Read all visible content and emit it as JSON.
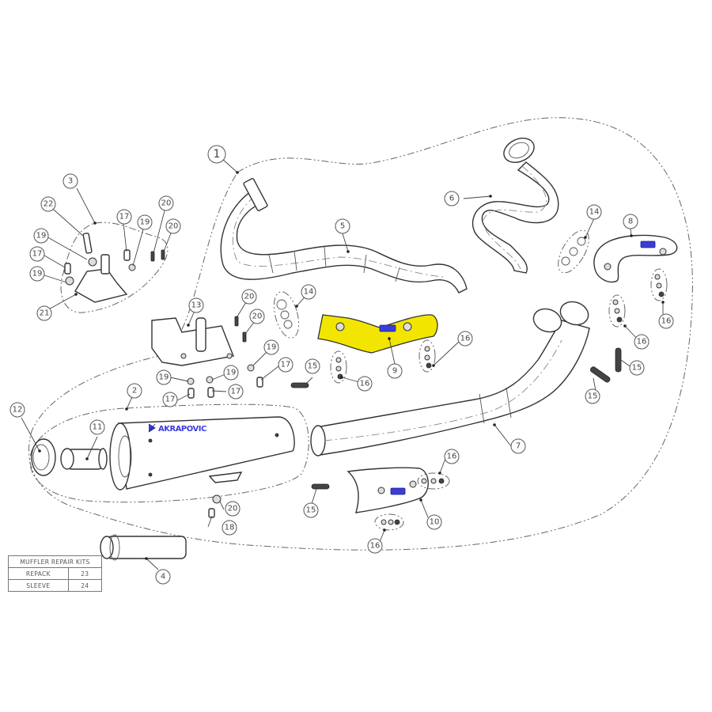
{
  "diagram": {
    "title": "Exhaust system exploded parts diagram",
    "colors": {
      "heat_shield_highlight": "#f2e600",
      "logo_blue": "#3b3ed6",
      "line": "#333333",
      "background": "#ffffff"
    },
    "brand_text": "AKRAPOVIC",
    "callouts": [
      {
        "id": "c1",
        "label": "1"
      },
      {
        "id": "c2",
        "label": "2"
      },
      {
        "id": "c3",
        "label": "3"
      },
      {
        "id": "c4",
        "label": "4"
      },
      {
        "id": "c5",
        "label": "5"
      },
      {
        "id": "c6",
        "label": "6"
      },
      {
        "id": "c7",
        "label": "7"
      },
      {
        "id": "c8",
        "label": "8"
      },
      {
        "id": "c9",
        "label": "9"
      },
      {
        "id": "c10",
        "label": "10"
      },
      {
        "id": "c11",
        "label": "11"
      },
      {
        "id": "c12",
        "label": "12"
      },
      {
        "id": "c13",
        "label": "13"
      },
      {
        "id": "c14a",
        "label": "14"
      },
      {
        "id": "c14b",
        "label": "14"
      },
      {
        "id": "c15a",
        "label": "15"
      },
      {
        "id": "c15b",
        "label": "15"
      },
      {
        "id": "c15c",
        "label": "15"
      },
      {
        "id": "c15d",
        "label": "15"
      },
      {
        "id": "c16a",
        "label": "16"
      },
      {
        "id": "c16b",
        "label": "16"
      },
      {
        "id": "c16c",
        "label": "16"
      },
      {
        "id": "c16d",
        "label": "16"
      },
      {
        "id": "c16e",
        "label": "16"
      },
      {
        "id": "c16f",
        "label": "16"
      },
      {
        "id": "c16g",
        "label": "16"
      },
      {
        "id": "c17a",
        "label": "17"
      },
      {
        "id": "c17b",
        "label": "17"
      },
      {
        "id": "c17c",
        "label": "17"
      },
      {
        "id": "c17d",
        "label": "17"
      },
      {
        "id": "c17e",
        "label": "17"
      },
      {
        "id": "c18",
        "label": "18"
      },
      {
        "id": "c19a",
        "label": "19"
      },
      {
        "id": "c19b",
        "label": "19"
      },
      {
        "id": "c19c",
        "label": "19"
      },
      {
        "id": "c19d",
        "label": "19"
      },
      {
        "id": "c19e",
        "label": "19"
      },
      {
        "id": "c19f",
        "label": "19"
      },
      {
        "id": "c20a",
        "label": "20"
      },
      {
        "id": "c20b",
        "label": "20"
      },
      {
        "id": "c20c",
        "label": "20"
      },
      {
        "id": "c20d",
        "label": "20"
      },
      {
        "id": "c20e",
        "label": "20"
      },
      {
        "id": "c21",
        "label": "21"
      },
      {
        "id": "c22",
        "label": "22"
      }
    ]
  },
  "repair_kits": {
    "header": "MUFFLER REPAIR KITS",
    "rows": [
      {
        "name": "REPACK",
        "number": "23"
      },
      {
        "name": "SLEEVE",
        "number": "24"
      }
    ]
  }
}
